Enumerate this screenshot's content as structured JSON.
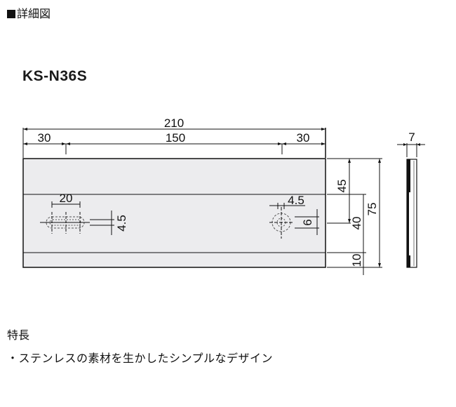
{
  "section": {
    "marker": "■",
    "title": "詳細図"
  },
  "model": "KS-N36S",
  "drawing": {
    "plate_color": "#ececee",
    "line_color": "#111111",
    "dimensions": {
      "overall_width": "210",
      "left_offset": "30",
      "hole_spacing": "150",
      "right_offset": "30",
      "slot_length": "20",
      "slot_height": "4.5",
      "hole_diameter": "4.5",
      "countersink": "6",
      "top_band": "45",
      "hole_center_height": "40",
      "overall_height": "75",
      "bottom_band": "10",
      "thickness": "7"
    }
  },
  "features": {
    "title": "特長",
    "items": [
      "・ステンレスの素材を生かしたシンプルなデザイン"
    ]
  }
}
